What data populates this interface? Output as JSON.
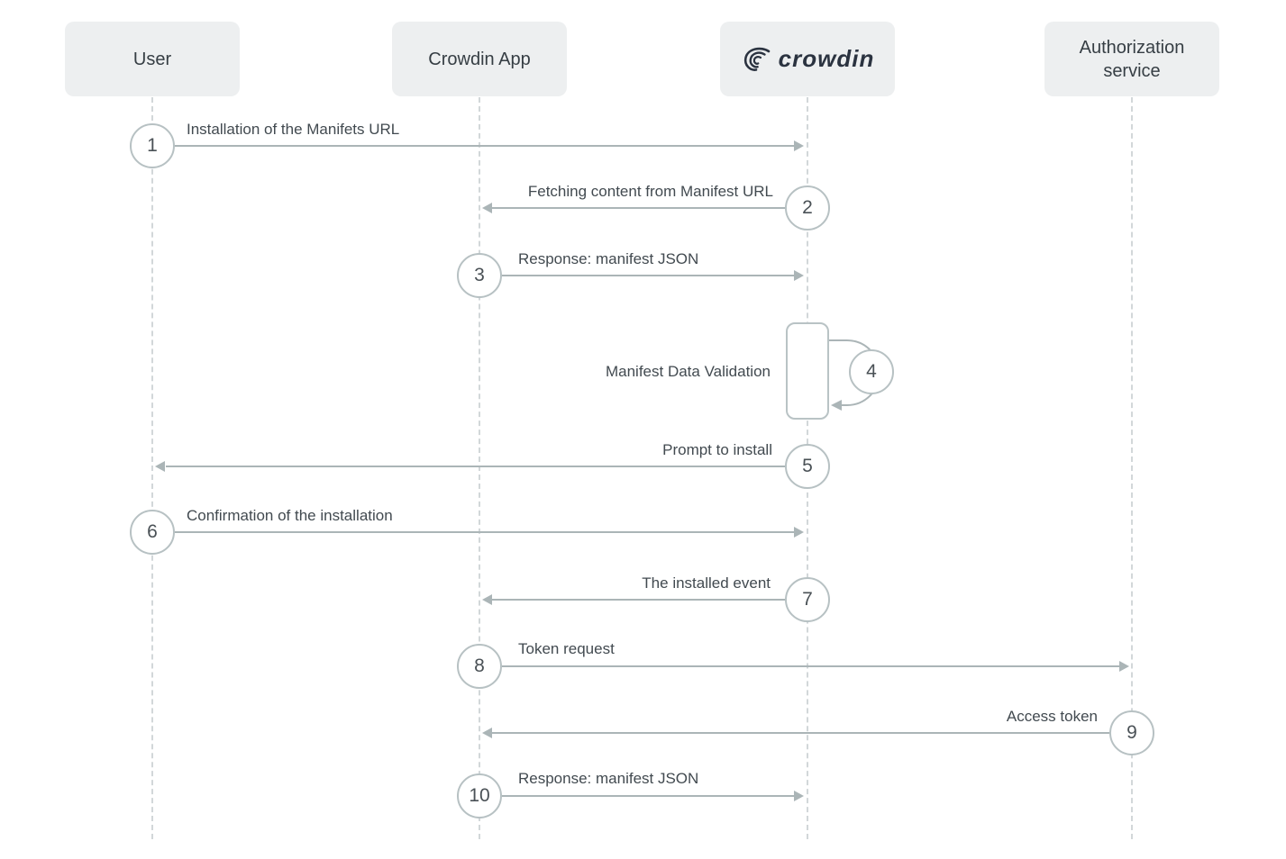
{
  "actors": [
    {
      "name": "User"
    },
    {
      "name": "Crowdin App"
    },
    {
      "name": "crowdin",
      "type": "logo"
    },
    {
      "name": "Authorization service"
    }
  ],
  "messages": [
    {
      "number": "1",
      "label": "Installation of the Manifets URL",
      "from": "User",
      "to": "crowdin"
    },
    {
      "number": "2",
      "label": "Fetching content from Manifest URL",
      "from": "crowdin",
      "to": "Crowdin App"
    },
    {
      "number": "3",
      "label": "Response: manifest JSON",
      "from": "Crowdin App",
      "to": "crowdin"
    },
    {
      "number": "4",
      "label": "Manifest Data Validation",
      "from": "crowdin",
      "to": "crowdin",
      "self_call": true
    },
    {
      "number": "5",
      "label": "Prompt to install",
      "from": "crowdin",
      "to": "User"
    },
    {
      "number": "6",
      "label": "Confirmation of the installation",
      "from": "User",
      "to": "crowdin"
    },
    {
      "number": "7",
      "label": "The installed event",
      "from": "crowdin",
      "to": "Crowdin App"
    },
    {
      "number": "8",
      "label": "Token request",
      "from": "Crowdin App",
      "to": "Authorization service"
    },
    {
      "number": "9",
      "label": "Access token",
      "from": "Authorization service",
      "to": "Crowdin App"
    },
    {
      "number": "10",
      "label": "Response: manifest JSON",
      "from": "Crowdin App",
      "to": "crowdin"
    }
  ],
  "colors": {
    "background": "#ffffff",
    "actor_box_fill": "#edeff0",
    "actor_text": "#363e44",
    "arrow_line": "#abb5b7",
    "lifeline_dash": "#d2d7d9",
    "circle_border": "#b7c1c3",
    "circle_number": "#4a5156",
    "message_label": "#424a50",
    "crowdin_logo": "#2b3340"
  }
}
